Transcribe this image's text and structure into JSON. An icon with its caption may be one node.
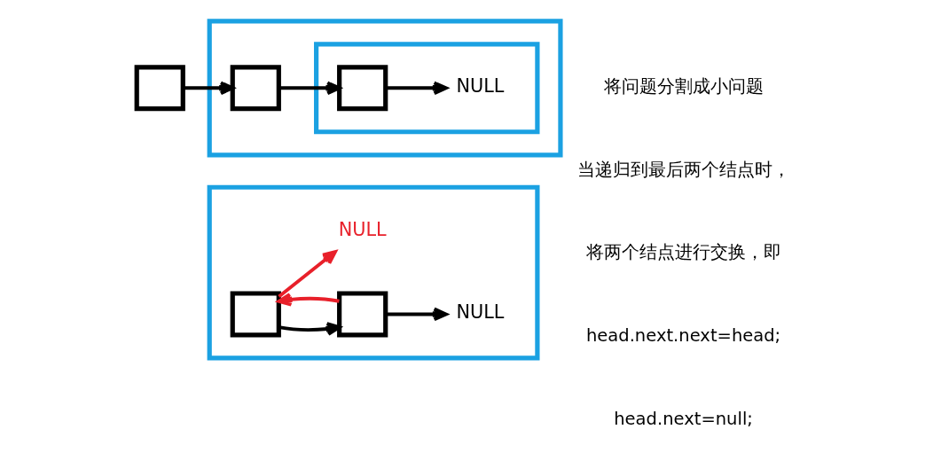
{
  "diagram": {
    "nodes": [
      {
        "text": [],
        "shape": "box"
      },
      {
        "text": [],
        "shape": "box",
        "in": 0
      },
      {
        "text": [],
        "shape": "box"
      },
      {
        "text": [],
        "shape": "box",
        "in": 0
      },
      {
        "text": [],
        "shape": "box",
        "in": 1
      },
      {
        "text": [
          "NULL"
        ],
        "in": 1
      },
      {
        "text": [],
        "shape": "box"
      },
      {
        "text": [],
        "shape": "box",
        "in": 6
      },
      {
        "text": [],
        "shape": "box",
        "in": 6
      },
      {
        "text": [
          "NULL"
        ],
        "in": 6
      },
      {
        "text": [
          "NULL"
        ],
        "in": 6
      }
    ],
    "edges": [
      {
        "from": 2,
        "to": 3,
        "arrow": "to"
      },
      {
        "from": 3,
        "to": 4,
        "arrow": "to"
      },
      {
        "from": 4,
        "to": 5,
        "arrow": "to"
      },
      {
        "from": 7,
        "to": 8,
        "arrow": "to"
      },
      {
        "from": 8,
        "to": 9,
        "arrow": "to"
      },
      {
        "from": 7,
        "to": 10,
        "arrow": "to",
        "color": "#e8202a"
      },
      {
        "from": 8,
        "to": 7,
        "arrow": "to",
        "color": "#e8202a"
      }
    ],
    "labels": [
      "将问题分割成小问题",
      "当递归到最后两个结点时，",
      "将两个结点进行交换，即",
      "head.next.next=head;",
      "head.next=null;"
    ]
  }
}
